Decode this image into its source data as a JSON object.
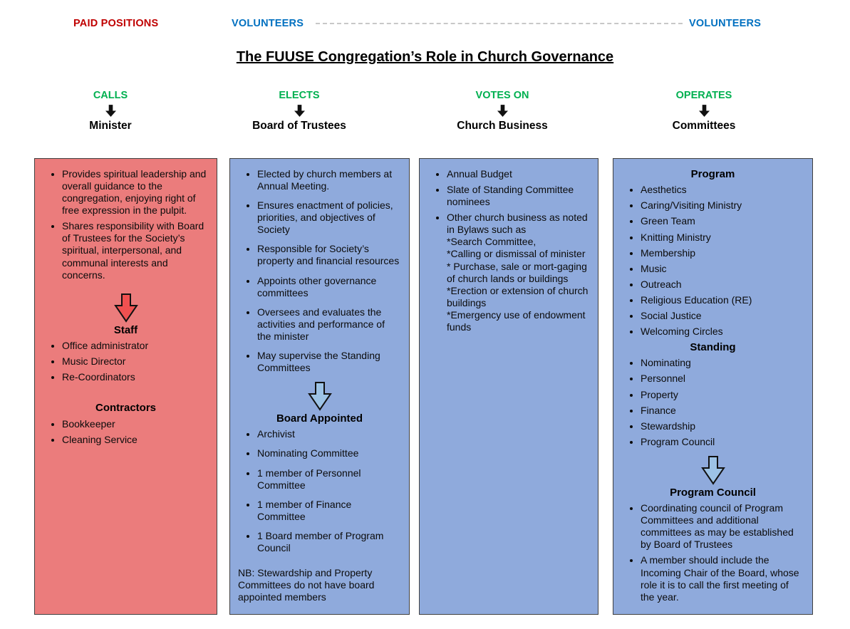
{
  "header": {
    "paid_positions": "PAID POSITIONS",
    "volunteers_left": "VOLUNTEERS",
    "volunteers_right": "VOLUNTEERS",
    "title": "The FUUSE Congregation’s Role in Church Governance"
  },
  "colors": {
    "paid_red": "#C00000",
    "volunteer_blue": "#0070C0",
    "action_green": "#00B050",
    "red_box": "#EB7C7C",
    "blue_box": "#8FAADC",
    "red_arrow": "#F05050",
    "blue_arrow": "#9DC3E6",
    "border_gray": "#404040",
    "dash_gray": "#C8C8C8"
  },
  "columns": [
    {
      "action": "CALLS",
      "target": "Minister"
    },
    {
      "action": "ELECTS",
      "target": "Board of Trustees"
    },
    {
      "action": "VOTES ON",
      "target": "Church Business"
    },
    {
      "action": "OPERATES",
      "target": "Committees"
    }
  ],
  "box1": {
    "bullets": [
      "Provides spiritual leadership and overall guidance to the congregation, enjoying right of free expression in the pulpit.",
      "Shares responsibility with Board of Trustees for the Society’s spiritual, interpersonal, and communal interests and concerns."
    ],
    "staff_heading": "Staff",
    "staff": [
      "Office administrator",
      "Music Director",
      "Re-Coordinators"
    ],
    "contractors_heading": "Contractors",
    "contractors": [
      "Bookkeeper",
      "Cleaning Service"
    ]
  },
  "box2": {
    "bullets": [
      "Elected by church members at Annual Meeting.",
      "Ensures enactment of policies, priorities, and objectives of Society",
      "Responsible for Society’s property and financial resources",
      "Appoints other governance committees",
      "Oversees and evaluates the activities and performance of the minister",
      "May supervise the Standing Committees"
    ],
    "appointed_heading": "Board Appointed",
    "appointed": [
      "Archivist",
      "Nominating Committee",
      "1 member of Personnel Committee",
      "1 member of Finance Committee",
      "1 Board member of Program Council"
    ],
    "note": "NB: Stewardship and Property Committees do not have board appointed members"
  },
  "box3": {
    "bullets": [
      "Annual Budget",
      "Slate of Standing Committee nominees",
      "Other church business as noted in Bylaws such as\n*Search Committee,\n*Calling or dismissal of minister\n* Purchase, sale or mort-gaging of church lands or buildings\n*Erection or extension of church buildings\n*Emergency use of endowment funds"
    ]
  },
  "box4": {
    "program_heading": "Program",
    "program": [
      "Aesthetics",
      "Caring/Visiting Ministry",
      "Green Team",
      "Knitting Ministry",
      "Membership",
      "Music",
      "Outreach",
      "Religious Education (RE)",
      "Social Justice",
      "Welcoming Circles"
    ],
    "standing_heading": "Standing",
    "standing": [
      "Nominating",
      "Personnel",
      "Property",
      "Finance",
      "Stewardship",
      "Program Council"
    ],
    "council_heading": "Program Council",
    "council": [
      "Coordinating council of Program Committees and additional committees as may be established by Board of Trustees",
      "A member should include the Incoming Chair of the Board, whose role it is to call the first meeting of the year."
    ]
  }
}
